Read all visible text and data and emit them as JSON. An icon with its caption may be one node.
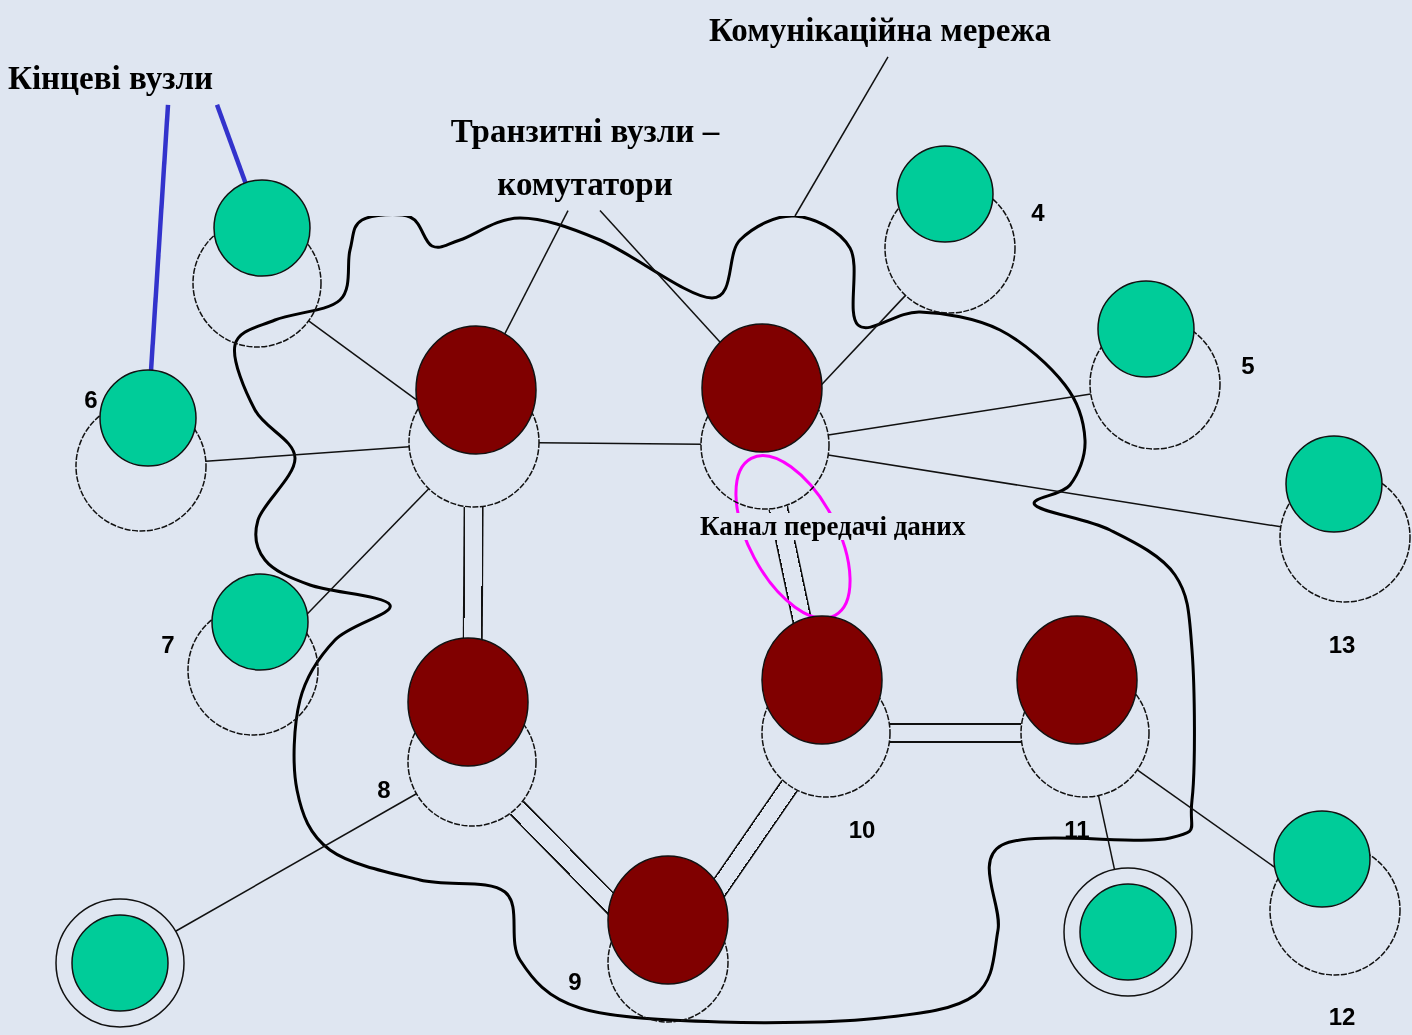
{
  "diagram": {
    "nodes": [
      {
        "text": [
          "Кінцеві вузли"
        ]
      },
      {
        "text": [
          "Комунікаційна мережа"
        ]
      },
      {
        "text": [
          "Транзитні вузли – комутатори"
        ]
      },
      {
        "text": [],
        "shape": "cloud"
      },
      {
        "text": [],
        "shape": "circle"
      },
      {
        "text": [],
        "shape": "circle",
        "beside": [
          "6"
        ]
      },
      {
        "text": [],
        "shape": "circle",
        "beside": [
          "7"
        ]
      },
      {
        "text": [],
        "shape": "circle",
        "in": 3
      },
      {
        "text": [],
        "shape": "circle",
        "in": 3
      },
      {
        "text": [],
        "shape": "circle",
        "beside": [
          "4"
        ]
      },
      {
        "text": [],
        "shape": "circle",
        "beside": [
          "5"
        ]
      },
      {
        "text": [],
        "shape": "circle",
        "beside": [
          "13"
        ]
      },
      {
        "text": [],
        "shape": "circle",
        "in": 3,
        "beside": [
          "8"
        ]
      },
      {
        "text": [],
        "shape": "circle",
        "in": 3,
        "beside": [
          "10"
        ]
      },
      {
        "text": [],
        "shape": "circle",
        "in": 3,
        "beside": [
          "11"
        ]
      },
      {
        "text": [],
        "shape": "circle",
        "in": 3,
        "beside": [
          "9"
        ]
      },
      {
        "text": [],
        "shape": "circle"
      },
      {
        "text": [],
        "shape": "circle"
      },
      {
        "text": [],
        "shape": "circle",
        "beside": [
          "12"
        ]
      }
    ],
    "edges": [
      {
        "from": 0,
        "to": 5,
        "arrow": "none",
        "style": "thick",
        "color": "#3333cc"
      },
      {
        "from": 0,
        "to": 4,
        "arrow": "none",
        "style": "thick",
        "color": "#3333cc"
      },
      {
        "from": 2,
        "to": 7,
        "arrow": "none"
      },
      {
        "from": 2,
        "to": 8,
        "arrow": "none"
      },
      {
        "from": 1,
        "to": 3,
        "arrow": "none"
      },
      {
        "from": 4,
        "to": 7,
        "arrow": "none"
      },
      {
        "from": 5,
        "to": 7,
        "arrow": "none"
      },
      {
        "from": 6,
        "to": 7,
        "arrow": "none"
      },
      {
        "from": 7,
        "to": 8,
        "arrow": "none"
      },
      {
        "from": 7,
        "to": 12,
        "arrow": "none"
      },
      {
        "from": 8,
        "to": 9,
        "arrow": "none"
      },
      {
        "from": 8,
        "to": 10,
        "arrow": "none"
      },
      {
        "from": 8,
        "to": 11,
        "arrow": "none"
      },
      {
        "from": 8,
        "to": 13,
        "arrow": "none"
      },
      {
        "from": 12,
        "to": 15,
        "arrow": "none"
      },
      {
        "from": 13,
        "to": 15,
        "arrow": "none"
      },
      {
        "from": 13,
        "to": 14,
        "arrow": "none"
      },
      {
        "from": 12,
        "to": 16,
        "arrow": "none"
      },
      {
        "from": 14,
        "to": 17,
        "arrow": "none"
      },
      {
        "from": 14,
        "to": 18,
        "arrow": "none"
      }
    ],
    "labels": [
      "Канал передачі даних"
    ]
  }
}
